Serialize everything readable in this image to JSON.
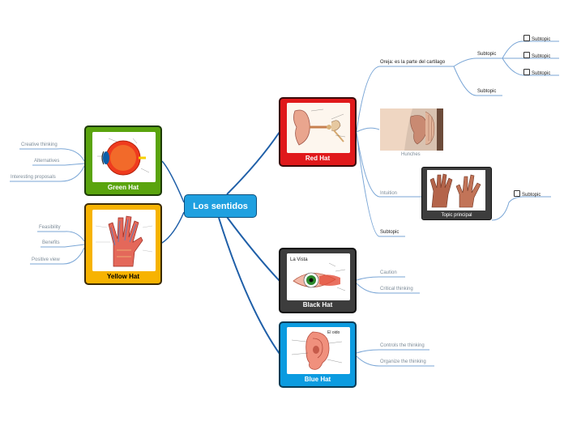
{
  "central": {
    "title": "Los sentidos"
  },
  "hats": {
    "red": {
      "label": "Red Hat",
      "color": "#e0191b"
    },
    "green": {
      "label": "Green Hat",
      "color": "#5aa40e"
    },
    "yellow": {
      "label": "Yellow Hat",
      "color": "#f7b301"
    },
    "black": {
      "label": "Black Hat",
      "color": "#3d3d3d"
    },
    "blue": {
      "label": "Blue Hat",
      "color": "#0b9be0"
    }
  },
  "green_subs": [
    "Creative thinking",
    "Alternatives",
    "Interesting proposals"
  ],
  "yellow_subs": [
    "Feasibility",
    "Benefits",
    "Positive view"
  ],
  "black_subs": [
    "Caution",
    "Critical thinking"
  ],
  "blue_subs": [
    "Controls the thinking",
    "Organize the thinking"
  ],
  "red_subs": {
    "oreja": "Oreja: es la parte del cartilago",
    "subtopic": "Subtopic",
    "hunches": "Hunches",
    "intuition": "Intuition",
    "topic_principal": "Topic principal",
    "subtopic_bottom": "Subtopic"
  },
  "checkbox_items": [
    "Subtopic",
    "Subtopic",
    "Subtopic",
    "Subtopic"
  ],
  "image_labels": {
    "ear_title": "El oido",
    "eye_title": "La Vista"
  },
  "colors": {
    "line": "#1f5fa8",
    "sub_line": "#7aa6d6"
  }
}
